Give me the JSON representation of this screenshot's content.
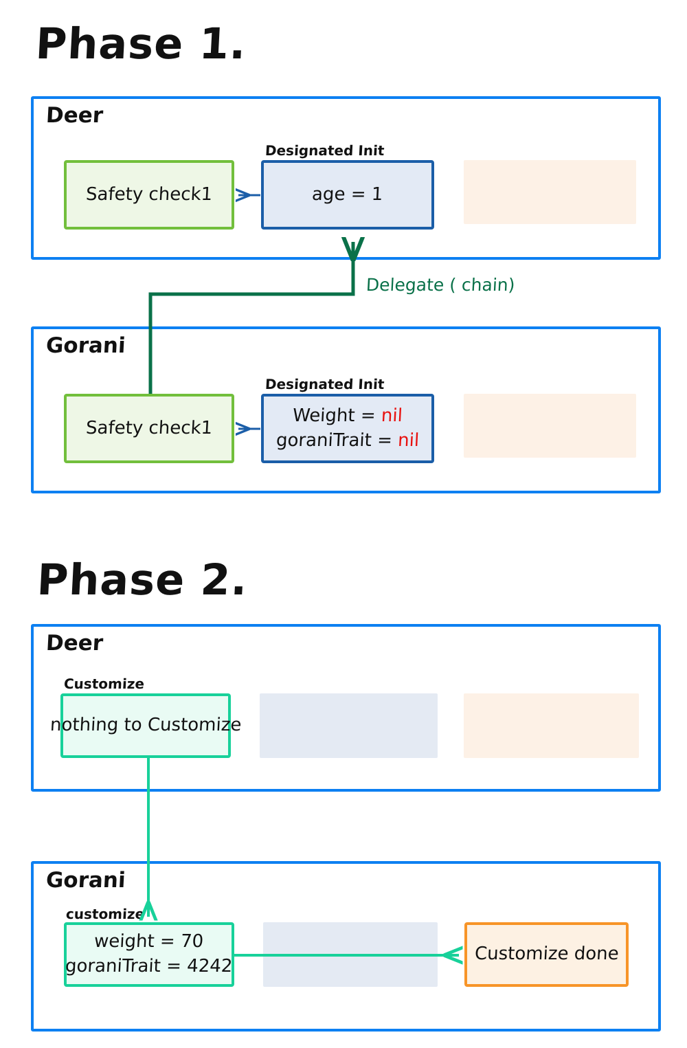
{
  "diagram": {
    "title_visible": false,
    "colors": {
      "frame_blue": "#0d80f2",
      "safety_green": "#72bf3c",
      "init_blue": "#1b5ea8",
      "customize_teal": "#18d19a",
      "done_orange": "#f79428",
      "delegate_green": "#0a7149",
      "nil_red": "#e8110f",
      "placeholder_peach": "#fdf1e6",
      "placeholder_steel": "#e4eaf3"
    }
  },
  "phase1": {
    "title": "Phase 1.",
    "deer": {
      "class_label": "Deer",
      "safety": {
        "line1": "Safety  check1"
      },
      "init": {
        "caption": "Designated Init",
        "line1": "age = 1"
      },
      "placeholder": {
        "label": ""
      }
    },
    "gorani": {
      "class_label": "Gorani",
      "safety": {
        "line1": "Safety  check1"
      },
      "init": {
        "caption": "Designated Init",
        "line1_key": "Weight  = ",
        "line1_value": "nil",
        "line2_key": "goraniTrait = ",
        "line2_value": "nil"
      },
      "placeholder": {
        "label": ""
      }
    },
    "edge": {
      "label": "Delegate ( chain)"
    }
  },
  "phase2": {
    "title": "Phase 2.",
    "deer": {
      "class_label": "Deer",
      "customize": {
        "caption": "Customize",
        "line1": "nothing to Customize"
      },
      "placeholder_steel": {
        "label": ""
      },
      "placeholder_peach": {
        "label": ""
      }
    },
    "gorani": {
      "class_label": "Gorani",
      "customize": {
        "caption": "customize",
        "line1": "weight  = 70",
        "line2": "goraniTrait = 4242"
      },
      "placeholder_steel": {
        "label": ""
      },
      "done": {
        "label": "Customize done"
      }
    }
  }
}
